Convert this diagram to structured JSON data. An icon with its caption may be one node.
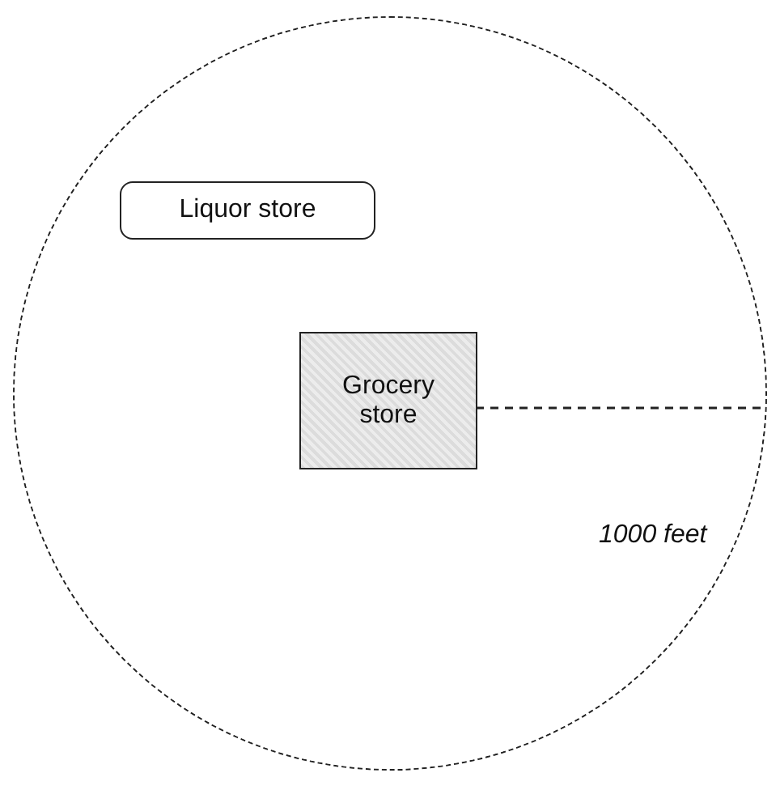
{
  "diagram": {
    "nodes": [
      {
        "text": [],
        "shape": "circle"
      },
      {
        "text": [
          "Liquor store"
        ],
        "in": 0
      },
      {
        "text": [
          "Grocery store"
        ],
        "in": 0
      }
    ],
    "labels": [
      "1000 feet"
    ]
  }
}
